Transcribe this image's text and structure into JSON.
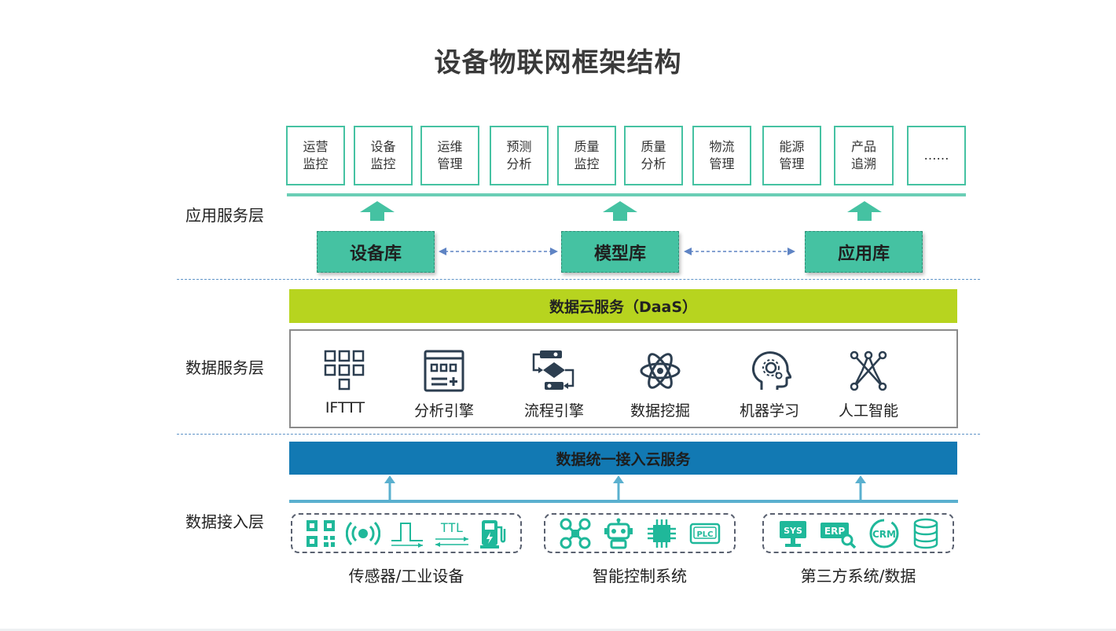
{
  "title": "设备物联网框架结构",
  "layers": {
    "application": "应用服务层",
    "data": "数据服务层",
    "access": "数据接入层"
  },
  "app_modules": [
    {
      "label": "运营\n监控"
    },
    {
      "label": "设备\n监控"
    },
    {
      "label": "运维\n管理"
    },
    {
      "label": "预测\n分析"
    },
    {
      "label": "质量\n监控"
    },
    {
      "label": "质量\n分析"
    },
    {
      "label": "物流\n管理"
    },
    {
      "label": "能源\n管理"
    },
    {
      "label": "产品\n追溯"
    },
    {
      "label": "……"
    }
  ],
  "libraries": [
    "设备库",
    "模型库",
    "应用库"
  ],
  "daas": "数据云服务（DaaS）",
  "engines": [
    {
      "label": "IFTTT",
      "icon": "grid-icon"
    },
    {
      "label": "分析引擎",
      "icon": "calculator-icon"
    },
    {
      "label": "流程引擎",
      "icon": "flowchart-icon"
    },
    {
      "label": "数据挖掘",
      "icon": "atom-icon"
    },
    {
      "label": "机器学习",
      "icon": "head-gear-icon"
    },
    {
      "label": "人工智能",
      "icon": "network-icon"
    }
  ],
  "ingest": "数据统一接入云服务",
  "sources": [
    {
      "label": "传感器/工业设备",
      "icons": [
        "qr-code-icon",
        "wireless-signal-icon",
        "pulse-signal-icon",
        "ttl-icon",
        "charging-station-icon"
      ],
      "ttl_text": "TTL"
    },
    {
      "label": "智能控制系统",
      "icons": [
        "drone-icon",
        "robot-icon",
        "chip-icon",
        "plc-icon"
      ],
      "plc_text": "PLC"
    },
    {
      "label": "第三方系统/数据",
      "icons": [
        "sys-monitor-icon",
        "erp-icon",
        "crm-icon",
        "database-icon"
      ],
      "sys_text": "SYS",
      "erp_text": "ERP",
      "crm_text": "CRM"
    }
  ],
  "colors": {
    "teal": "#45c2a2",
    "lime": "#b7d41f",
    "blue": "#1279b3",
    "arrow": "#5ab0cf",
    "icon_green": "#1fb89a",
    "icon_dark": "#2c3e50"
  }
}
